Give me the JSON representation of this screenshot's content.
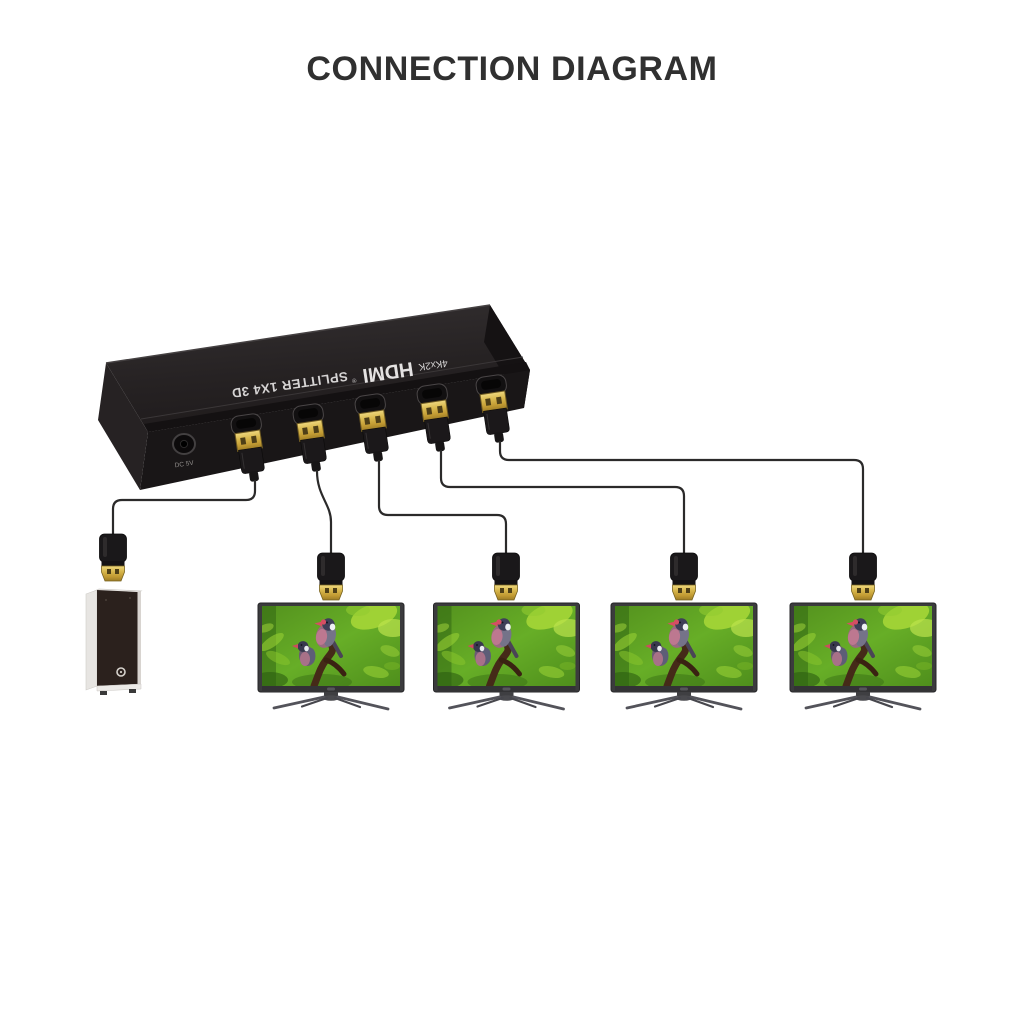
{
  "title": "CONNECTION DIAGRAM",
  "splitter": {
    "print": {
      "prefix": "4Kx2K",
      "brand": "HDMI",
      "brand_mark": "®",
      "suffix": "SPLITTER 1X4 3D"
    },
    "power_label": "DC 5V",
    "ports": [
      {
        "id": "hdmi-input",
        "connects_to": "source-pc"
      },
      {
        "id": "hdmi-output-1",
        "connects_to": "tv-1"
      },
      {
        "id": "hdmi-output-2",
        "connects_to": "tv-2"
      },
      {
        "id": "hdmi-output-3",
        "connects_to": "tv-3"
      },
      {
        "id": "hdmi-output-4",
        "connects_to": "tv-4"
      }
    ]
  },
  "devices": {
    "source": {
      "id": "source-pc",
      "type": "pc-tower"
    },
    "displays": [
      {
        "id": "tv-1",
        "screen": "bird-on-branch-photo"
      },
      {
        "id": "tv-2",
        "screen": "bird-on-branch-photo"
      },
      {
        "id": "tv-3",
        "screen": "bird-on-branch-photo"
      },
      {
        "id": "tv-4",
        "screen": "bird-on-branch-photo"
      }
    ]
  },
  "colors": {
    "background": "#ffffff",
    "title_text": "#303030",
    "cable": "#2b2a2a",
    "device_black": "#1d191a",
    "connector_gold": "#d7b84e",
    "tv_bezel": "#3b3b3d",
    "screen_green": "#5a9e28",
    "print_text": "#d6d4d4"
  }
}
